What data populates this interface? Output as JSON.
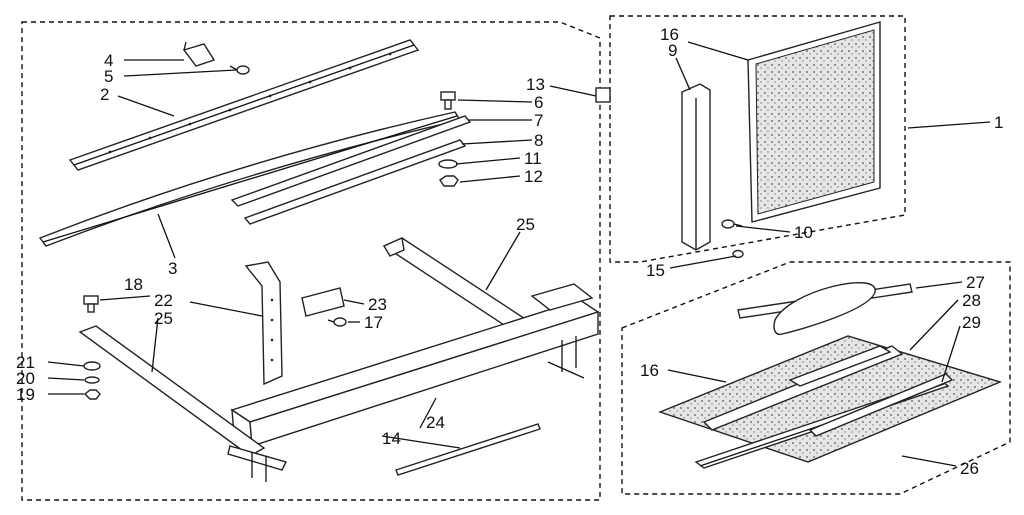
{
  "callouts": {
    "c1": "1",
    "c2": "2",
    "c3": "3",
    "c4": "4",
    "c5": "5",
    "c6": "6",
    "c7": "7",
    "c8": "8",
    "c9": "9",
    "c10": "10",
    "c11": "11",
    "c12": "12",
    "c13": "13",
    "c14": "14",
    "c15": "15",
    "c16a": "16",
    "c16b": "16",
    "c17": "17",
    "c18": "18",
    "c19": "19",
    "c20": "20",
    "c21": "21",
    "c22": "22",
    "c23": "23",
    "c24": "24",
    "c25a": "25",
    "c25b": "25",
    "c26": "26",
    "c27": "27",
    "c28": "28",
    "c29": "29"
  }
}
